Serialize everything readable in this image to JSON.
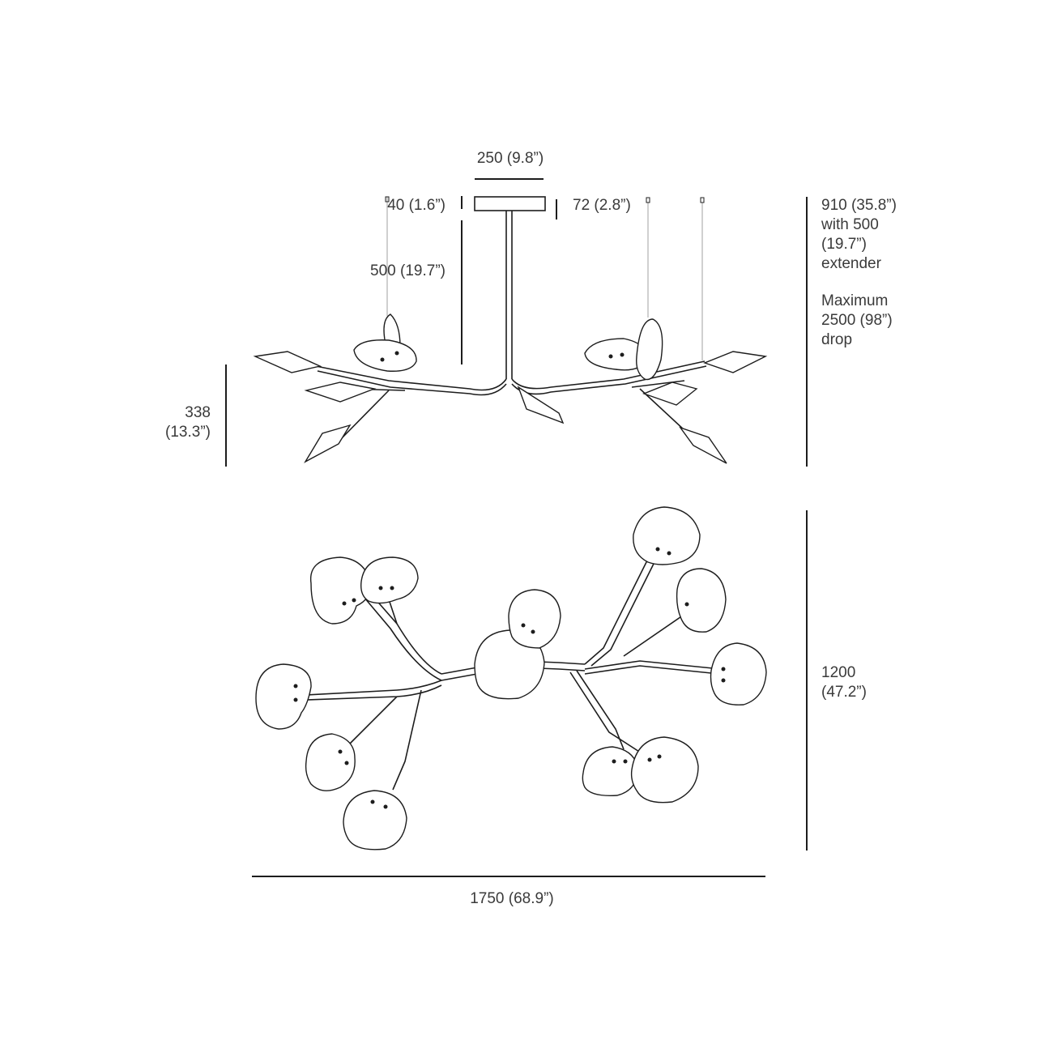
{
  "dimensions": {
    "canopy_width": "250 (9.8”)",
    "canopy_height": "40 (1.6”)",
    "canopy_thickness": "72 (2.8”)",
    "rod_length": "500 (19.7”)",
    "fixture_height_line1": "338",
    "fixture_height_line2": "(13.3”)",
    "overall_height_lines": [
      "910 (35.8”)",
      "with 500",
      "(19.7”)",
      "extender"
    ],
    "max_drop_lines": [
      "Maximum",
      "2500 (98”)",
      "drop"
    ],
    "depth_line1": "1200",
    "depth_line2": "(47.2”)",
    "overall_width": "1750 (68.9”)"
  }
}
